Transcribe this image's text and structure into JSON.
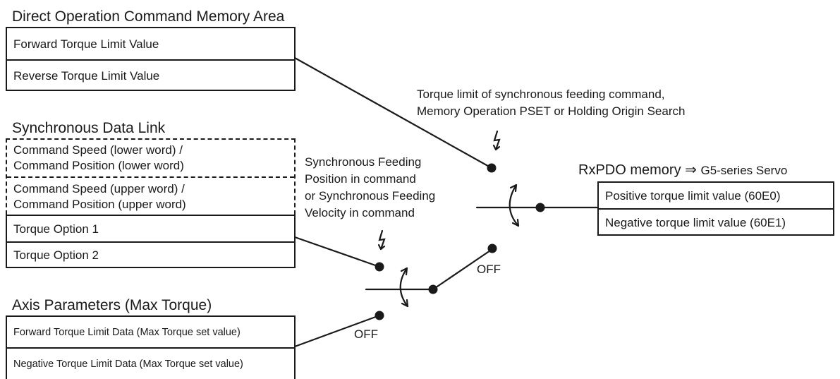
{
  "direct_area": {
    "title": "Direct Operation Command Memory Area",
    "rows": [
      "Forward Torque Limit Value",
      "Reverse Torque Limit Value"
    ]
  },
  "sync_link": {
    "title": "Synchronous Data Link",
    "dashed_rows": [
      [
        "Command Speed (lower word) /",
        "Command Position (lower word)"
      ],
      [
        "Command Speed (upper word) /",
        "Command Position (upper word)"
      ]
    ],
    "rows": [
      "Torque Option 1",
      "Torque Option 2"
    ]
  },
  "axis_params": {
    "title": "Axis Parameters (Max Torque)",
    "rows": [
      "Forward Torque Limit Data (Max Torque set value)",
      "Negative Torque Limit Data (Max Torque set value)"
    ]
  },
  "annotations": {
    "torque_limit_cmd": [
      "Torque limit of synchronous feeding command,",
      "Memory Operation PSET or Holding Origin Search"
    ],
    "sync_feeding": [
      "Synchronous Feeding",
      "Position in command",
      "or Synchronous Feeding",
      "Velocity in command"
    ]
  },
  "switch_labels": {
    "off_upper": "OFF",
    "off_lower": "OFF"
  },
  "rxpdo": {
    "title": "RxPDO memory",
    "arrow": "⇒",
    "target": "G5-series Servo",
    "rows": [
      "Positive torque limit value (60E0)",
      "Negative torque limit value (60E1)"
    ]
  }
}
